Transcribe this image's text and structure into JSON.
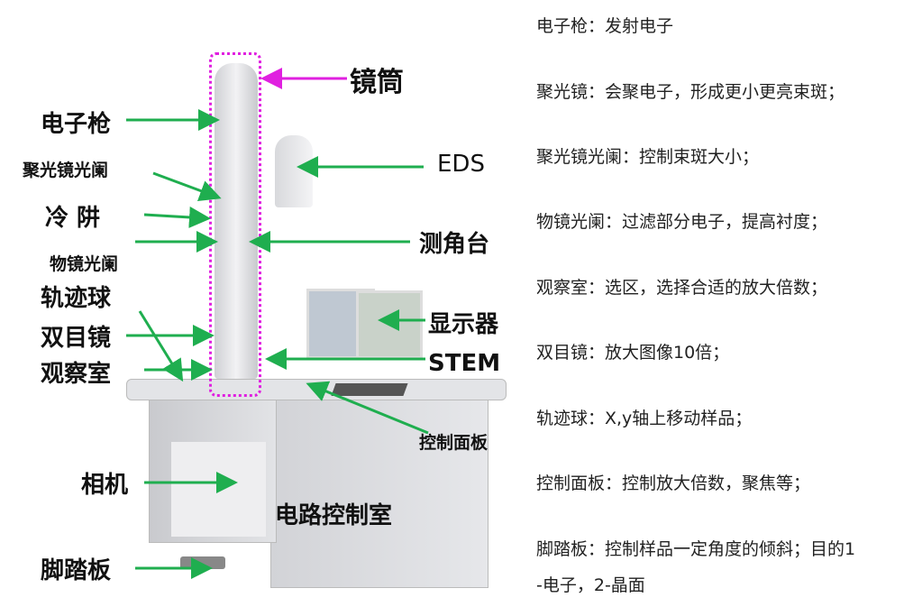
{
  "figure": {
    "labels": {
      "column": "镜筒",
      "electron_gun": "电子枪",
      "condenser_aperture": "聚光镜光阑",
      "cold_trap": "冷 阱",
      "objective_aperture": "物镜光阑",
      "trackball": "轨迹球",
      "binocular": "双目镜",
      "viewing_chamber": "观察室",
      "eds": "EDS",
      "goniometer": "测角台",
      "monitor": "显示器",
      "stem": "STEM",
      "control_panel": "控制面板",
      "camera": "相机",
      "circuit_room": "电路控制室",
      "foot_pedal": "脚踏板"
    },
    "colors": {
      "arrow": "#1fae4f",
      "column_outline": "#e020e0",
      "machine": "#dcdde0"
    }
  },
  "descriptions": [
    "电子枪：发射电子",
    "聚光镜：会聚电子，形成更小更亮束斑；",
    "聚光镜光阑：控制束斑大小；",
    "物镜光阑：过滤部分电子，提高衬度；",
    "观察室：选区，选择合适的放大倍数；",
    "双目镜：放大图像10倍；",
    "轨迹球：X,y轴上移动样品；",
    "控制面板：控制放大倍数，聚焦等；",
    "脚踏板：控制样品一定角度的倾斜；目的1",
    "-电子，2-晶面"
  ]
}
